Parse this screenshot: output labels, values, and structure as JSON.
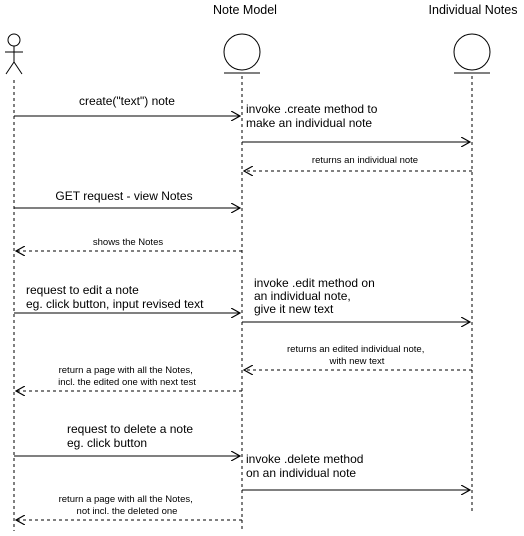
{
  "participants": {
    "user": {
      "label": ""
    },
    "note_model": {
      "label": "Note Model"
    },
    "individual_notes": {
      "label": "Individual Notes"
    }
  },
  "messages": [
    {
      "lines": [
        "create(\"text\") note"
      ],
      "style": "solid"
    },
    {
      "lines": [
        "invoke .create method to",
        "make an individual note"
      ],
      "style": "solid"
    },
    {
      "lines": [
        "returns an individual note"
      ],
      "style": "dashed"
    },
    {
      "lines": [
        "GET request - view Notes"
      ],
      "style": "solid"
    },
    {
      "lines": [
        "shows the Notes"
      ],
      "style": "dashed"
    },
    {
      "lines": [
        "request to edit a note",
        "eg. click button, input revised text"
      ],
      "style": "solid"
    },
    {
      "lines": [
        "invoke .edit method on",
        "an individual note,",
        "give it new text"
      ],
      "style": "solid"
    },
    {
      "lines": [
        "returns an edited individual note,",
        "with new text"
      ],
      "style": "dashed"
    },
    {
      "lines": [
        "return a page with all the Notes,",
        "incl. the edited one with next test"
      ],
      "style": "dashed"
    },
    {
      "lines": [
        "request to delete a note",
        "eg. click button"
      ],
      "style": "solid"
    },
    {
      "lines": [
        "invoke .delete method",
        "on an individual note"
      ],
      "style": "solid"
    },
    {
      "lines": [
        "return a page with all the Notes,",
        "not incl. the deleted one"
      ],
      "style": "dashed"
    }
  ],
  "colors": {
    "line": "#000000",
    "background": "#ffffff"
  }
}
